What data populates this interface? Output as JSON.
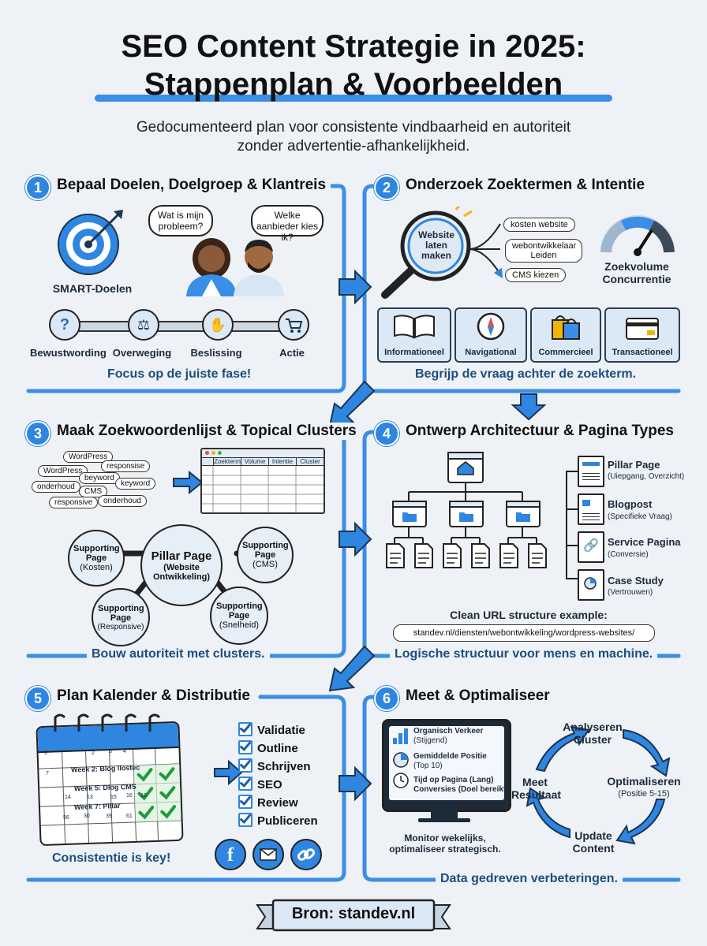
{
  "header": {
    "title_line1": "SEO Content Strategie in 2025:",
    "title_line2": "Stappenplan & Voorbeelden",
    "subtitle_line1": "Gedocumenteerd plan voor consistente vindbaarheid en autoriteit",
    "subtitle_line2": "zonder advertentie-afhankelijkheid."
  },
  "s1": {
    "num": "1",
    "title": "Bepaal Doelen, Doelgroep & Klantreis",
    "goal_label": "SMART-Doelen",
    "bubble1": "Wat is mijn probleem?",
    "bubble2": "Welke aanbieder kies ik?",
    "stages": [
      "Bewustwording",
      "Overweging",
      "Beslissing",
      "Actie"
    ],
    "footer": "Focus op de juiste fase!"
  },
  "s2": {
    "num": "2",
    "title": "Onderzoek Zoektermen & Intentie",
    "lens_text": "Website laten maken",
    "keywords": [
      "kosten website",
      "webontwikkelaar Leiden",
      "CMS kiezen"
    ],
    "gauge_label1": "Zoekvolume",
    "gauge_label2": "Concurrentie",
    "intents": [
      "Informationeel",
      "Navigational",
      "Commercieel",
      "Transactioneel"
    ],
    "footer": "Begrijp de vraag achter de zoekterm."
  },
  "s3": {
    "num": "3",
    "title": "Maak Zoekwoordenlijst & Topical Clusters",
    "cloud": [
      "WordPress",
      "responsise",
      "WordPress",
      "beyword",
      "onderhoud",
      "keyword",
      "CMS",
      "responsive",
      "onderhoud"
    ],
    "table_headers": [
      "Zoekterm",
      "Volume",
      "Intentie",
      "Cluster"
    ],
    "pillar": "Pillar Page",
    "pillar_sub": "(Website Ontwikkeling)",
    "supports": [
      {
        "title": "Supporting Page",
        "sub": "(Kosten)"
      },
      {
        "title": "Supporting Page",
        "sub": "(CMS)"
      },
      {
        "title": "Supporting Page",
        "sub": "(Responsive)"
      },
      {
        "title": "Supporting Page",
        "sub": "(Snelheid)"
      }
    ],
    "footer": "Bouw autoriteit met clusters."
  },
  "s4": {
    "num": "4",
    "title": "Ontwerp Architectuur & Pagina Types",
    "types": [
      {
        "title": "Pillar Page",
        "sub": "(Uiepgang, Overzicht)"
      },
      {
        "title": "Blogpost",
        "sub": "(Specifieke Vraag)"
      },
      {
        "title": "Service Pagina",
        "sub": "(Conversie)"
      },
      {
        "title": "Case Study",
        "sub": "(Vertrouwen)"
      }
    ],
    "url_label": "Clean URL structure example:",
    "url": "standev.nl/diensten/webontwikkeling/wordpress-websites/",
    "footer": "Logische structuur voor mens en machine."
  },
  "s5": {
    "num": "5",
    "title": "Plan Kalender & Distributie",
    "calendar_entries": [
      "Week 2: Blog llostec",
      "Week 5: Dlog CMS",
      "Week 7: Pillar"
    ],
    "calendar_days": [
      "1",
      "2",
      "3",
      "4",
      "7",
      "13",
      "15",
      "16",
      "18",
      "14",
      "56",
      "39",
      "30",
      "61"
    ],
    "checklist": [
      "Validatie",
      "Outline",
      "Schrijven",
      "SEO",
      "Review",
      "Publiceren"
    ],
    "footer_left": "Consistentie is key!",
    "share_icons": [
      "facebook-icon",
      "mail-icon",
      "link-icon"
    ]
  },
  "s6": {
    "num": "6",
    "title": "Meet & Optimaliseer",
    "metrics": [
      {
        "title": "Organisch Verkeer",
        "sub": "(Stijgend)"
      },
      {
        "title": "Gemiddelde Positie",
        "sub": "(Top 10)"
      },
      {
        "title": "Tijd op Pagina (Lang)",
        "sub": "Conversies (Doel bereikt)"
      }
    ],
    "monitor_caption": "Monitor wekelijks, optimaliseer strategisch.",
    "cycle": [
      {
        "title": "Analyseren Cluster",
        "sub": ""
      },
      {
        "title": "Optimaliseren",
        "sub": "(Positie 5-15)"
      },
      {
        "title": "Update Content",
        "sub": ""
      },
      {
        "title": "Meet Resultaat",
        "sub": ""
      }
    ],
    "footer": "Data gedreven verbeteringen."
  },
  "source": "Bron: standev.nl",
  "colors": {
    "accent": "#2f86e0",
    "dark": "#16324a",
    "background": "#eef1f5"
  }
}
